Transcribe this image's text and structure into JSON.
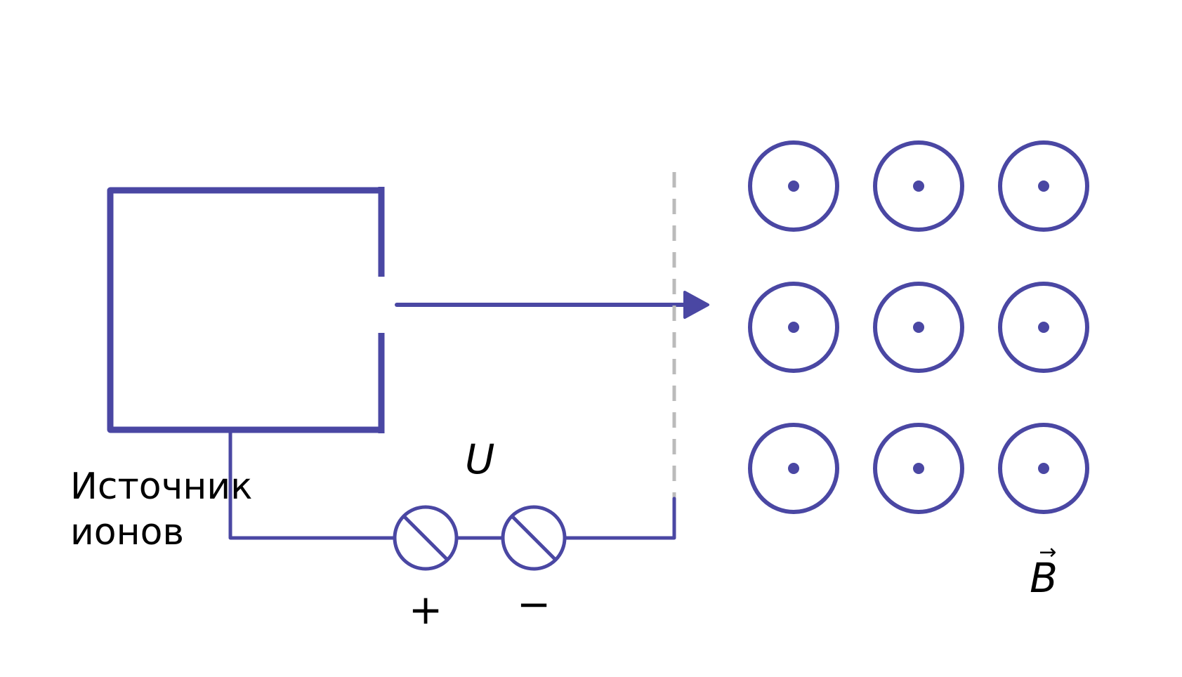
{
  "colors": {
    "stroke": "#4a47a3",
    "dash": "#bbbbbb",
    "text": "#000000",
    "background": "#ffffff"
  },
  "labels": {
    "source_line1": "Источник",
    "source_line2": "ионов",
    "voltage": "U",
    "plus": "+",
    "minus": "−",
    "field": "B",
    "vector_arrow": "→"
  },
  "field": {
    "direction": "out-of-page",
    "rows": 3,
    "cols": 3
  },
  "icons": {
    "field_symbol": "dot-in-circle-icon",
    "terminal_symbol": "terminal-icon",
    "beam_arrow": "arrow-right-icon"
  }
}
